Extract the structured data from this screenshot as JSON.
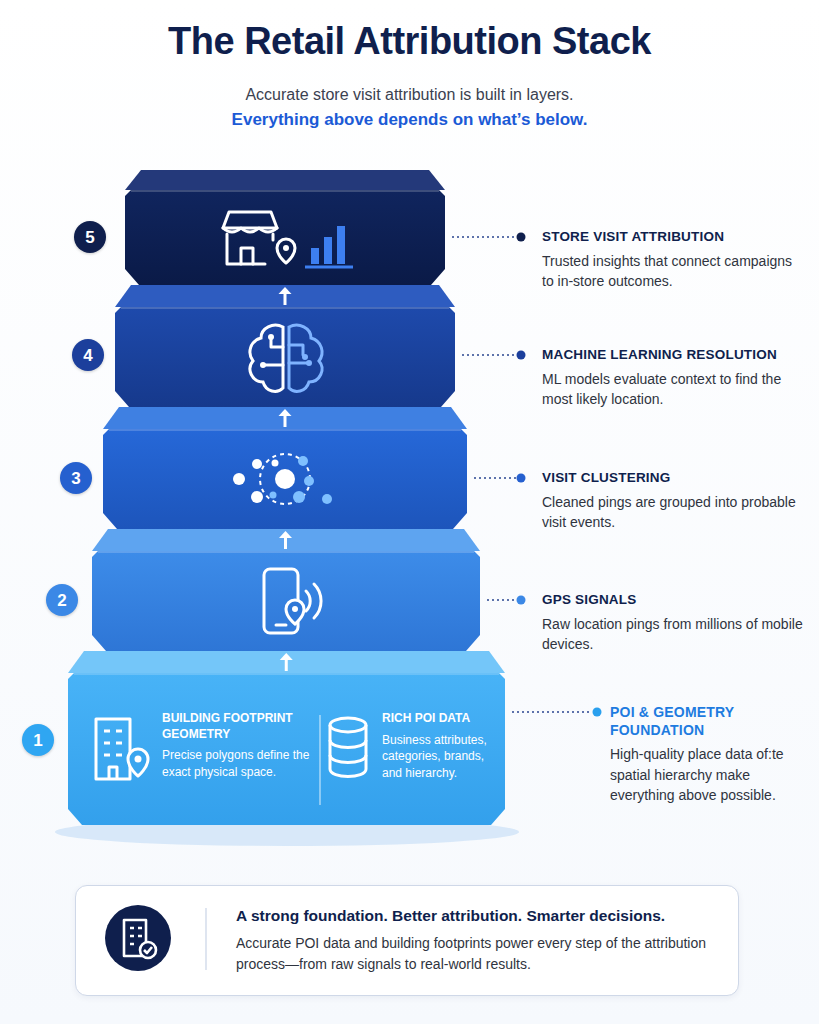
{
  "diagram": {
    "title": "The Retail Attribution Stack",
    "nodes": [
      {
        "text": [
          "STORE VISIT ATTRIBUTION",
          "Trusted insights that connect campaigns to in-store outcomes."
        ]
      },
      {
        "text": [
          "MACHINE LEARNING RESOLUTION",
          "ML models evaluate context to find the most likely location."
        ]
      },
      {
        "text": [
          "VISIT CLUSTERING",
          "Cleaned pings are grouped into probable visit events."
        ]
      },
      {
        "text": [
          "GPS SIGNALS",
          "Raw location pings from millions of mobile devices."
        ]
      },
      {
        "text": [
          "POI & GEOMETRY FOUNDATION",
          "High-quality place data of:te spatial hierarchy make everything above possible."
        ]
      },
      {
        "text": [
          "BUILDING FOOTPRINT GEOMETRY",
          "Precise polygons define the exact physical space."
        ],
        "in": 4
      },
      {
        "text": [
          "RICH POI DATA",
          "Business attributes, categories, brands, and hierarchy."
        ],
        "in": 4
      },
      {
        "text": [
          "A strong foundation. Better attribution. Smarter decisions.",
          "Accurate POI data and building footprints power every step of the attribution process—from raw signals to real-world results."
        ]
      }
    ],
    "edges": [
      {
        "from": 4,
        "to": 3,
        "arrow": "to"
      },
      {
        "from": 3,
        "to": 2,
        "arrow": "to"
      },
      {
        "from": 2,
        "to": 1,
        "arrow": "to"
      },
      {
        "from": 1,
        "to": 0,
        "arrow": "to"
      }
    ],
    "labels": [
      "Accurate store visit attribution is built in layers.",
      "Everything above depends on what’s below.",
      "5",
      "4",
      "3",
      "2",
      "1"
    ]
  }
}
